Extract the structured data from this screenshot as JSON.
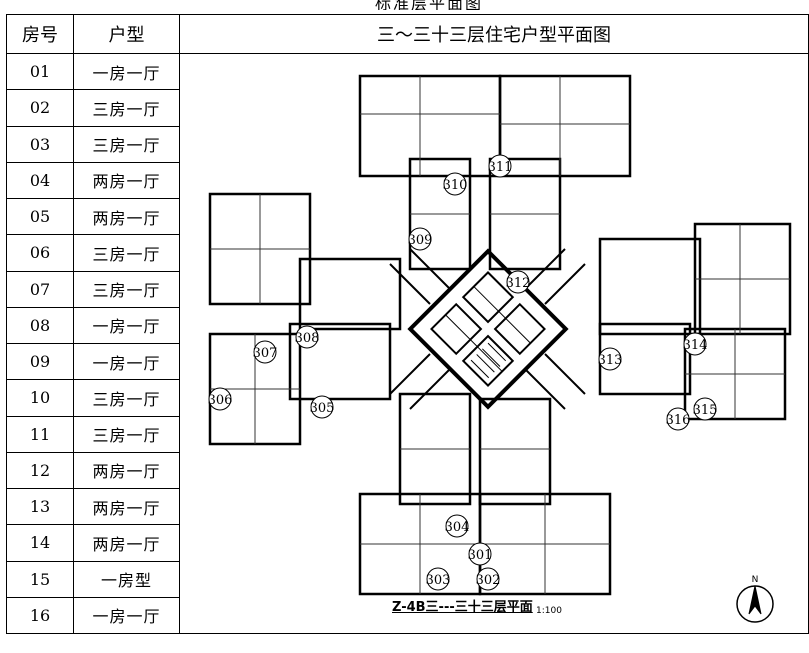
{
  "top_fragment": "标准层平面图",
  "table": {
    "col_room": "房号",
    "col_type": "户型",
    "col_plan": "三～三十三层住宅户型平面图"
  },
  "rows": [
    {
      "no": "01",
      "type": "一房一厅"
    },
    {
      "no": "02",
      "type": "三房一厅"
    },
    {
      "no": "03",
      "type": "三房一厅"
    },
    {
      "no": "04",
      "type": "两房一厅"
    },
    {
      "no": "05",
      "type": "两房一厅"
    },
    {
      "no": "06",
      "type": "三房一厅"
    },
    {
      "no": "07",
      "type": "三房一厅"
    },
    {
      "no": "08",
      "type": "一房一厅"
    },
    {
      "no": "09",
      "type": "一房一厅"
    },
    {
      "no": "10",
      "type": "三房一厅"
    },
    {
      "no": "11",
      "type": "三房一厅"
    },
    {
      "no": "12",
      "type": "两房一厅"
    },
    {
      "no": "13",
      "type": "两房一厅"
    },
    {
      "no": "14",
      "type": "两房一厅"
    },
    {
      "no": "15",
      "type": "一房型"
    },
    {
      "no": "16",
      "type": "一房一厅"
    }
  ],
  "plan": {
    "units": [
      "301",
      "302",
      "303",
      "304",
      "305",
      "306",
      "307",
      "308",
      "309",
      "310",
      "311",
      "312",
      "313",
      "314",
      "315",
      "316"
    ],
    "caption": "Z-4B三---三十三层平面",
    "scale": "1:100",
    "north": "N"
  }
}
